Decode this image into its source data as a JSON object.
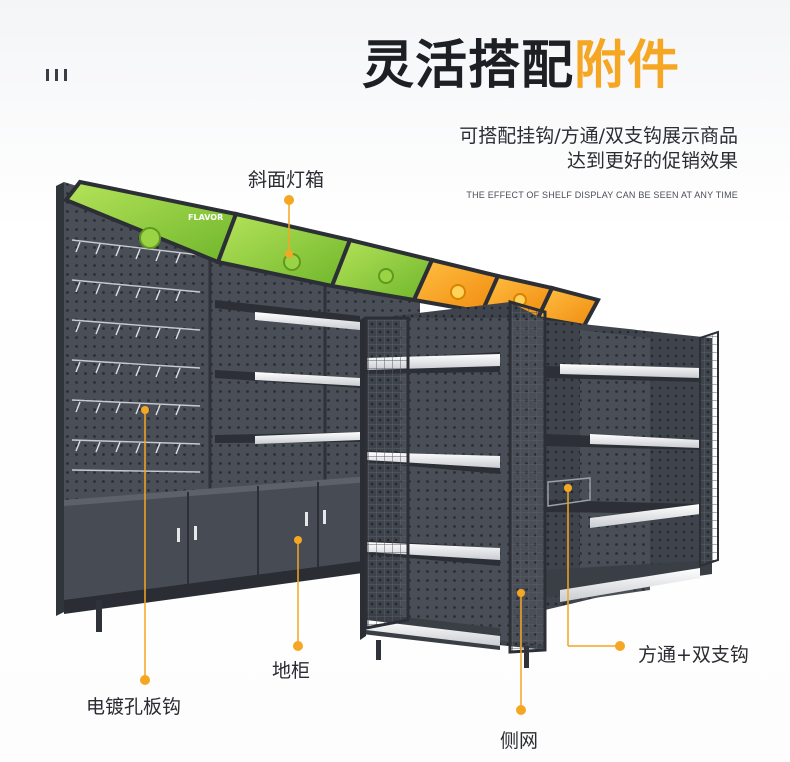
{
  "header": {
    "title_dark": "灵活搭配",
    "title_accent": "附件",
    "subtitle_line1": "可搭配挂钩/方通/双支钩展示商品",
    "subtitle_line2": "达到更好的促销效果",
    "english_caption": "THE EFFECT OF SHELF DISPLAY CAN BE SEEN AT ANY TIME"
  },
  "callouts": {
    "light_box": "斜面灯箱",
    "floor_cabinet": "地柜",
    "pegboard_hooks": "电镀孔板钩",
    "side_net": "侧网",
    "tube_hooks": "方通+双支钩"
  },
  "lightbox_text": "FLAVOR",
  "colors": {
    "accent": "#f5a623",
    "shelf_body": "#3e434c",
    "shelf_face": "#52575f",
    "light_box_green": "#8fd13f",
    "light_box_orange": "#f6a21a"
  }
}
